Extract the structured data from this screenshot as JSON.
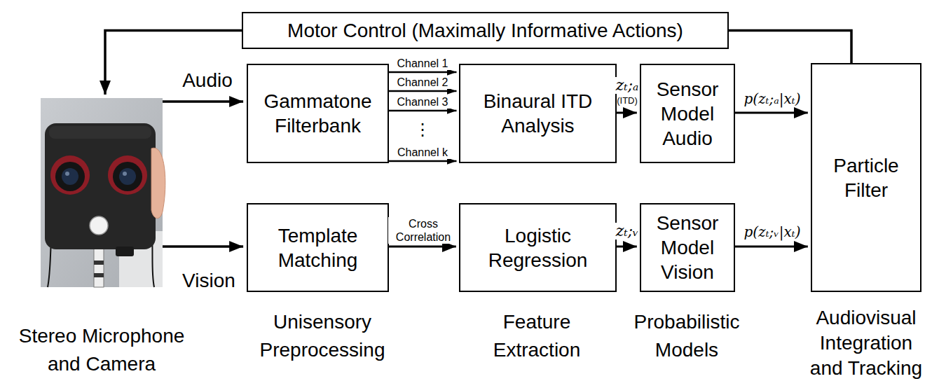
{
  "diagram": {
    "nodes": [
      {
        "text": [
          "Motor Control (Maximally Informative Actions)"
        ]
      },
      {
        "text": [
          "Stereo Microphone and Camera"
        ]
      },
      {
        "text": [
          "Gammatone Filterbank"
        ]
      },
      {
        "text": [
          "Binaural ITD Analysis"
        ]
      },
      {
        "text": [
          "Sensor Model Audio"
        ]
      },
      {
        "text": [
          "Particle Filter"
        ]
      },
      {
        "text": [
          "Template Matching"
        ]
      },
      {
        "text": [
          "Logistic Regression"
        ]
      },
      {
        "text": [
          "Sensor Model Vision"
        ]
      }
    ],
    "edges": [
      {
        "from": 5,
        "to": 0,
        "arrow": "none"
      },
      {
        "from": 0,
        "to": 1,
        "arrow": "to"
      },
      {
        "from": 1,
        "to": 2,
        "label": "Audio",
        "arrow": "to"
      },
      {
        "from": 1,
        "to": 6,
        "label": "Vision",
        "arrow": "to"
      },
      {
        "from": 2,
        "to": 3,
        "label": "Channel 1",
        "arrow": "to"
      },
      {
        "from": 2,
        "to": 3,
        "label": "Channel 2",
        "arrow": "to"
      },
      {
        "from": 2,
        "to": 3,
        "label": "Channel 3",
        "arrow": "to"
      },
      {
        "from": 2,
        "to": 3,
        "label": "Channel k",
        "arrow": "to"
      },
      {
        "from": 3,
        "to": 4,
        "label": "zₜ;ₐ",
        "arrow": "to"
      },
      {
        "from": 4,
        "to": 5,
        "label": "p(zₜ;ₐ|xₜ)",
        "arrow": "to"
      },
      {
        "from": 6,
        "to": 7,
        "label": "Cross Correlation",
        "arrow": "to"
      },
      {
        "from": 7,
        "to": 8,
        "label": "zₜ;ᵥ",
        "arrow": "to"
      },
      {
        "from": 8,
        "to": 5,
        "label": "p(zₜ;ᵥ|xₜ)",
        "arrow": "to"
      }
    ],
    "labels": [
      "⋮",
      "(ITD)",
      "Unisensory Preprocessing",
      "Feature Extraction",
      "Probabilistic Models",
      "Audiovisual Integration and Tracking"
    ]
  }
}
